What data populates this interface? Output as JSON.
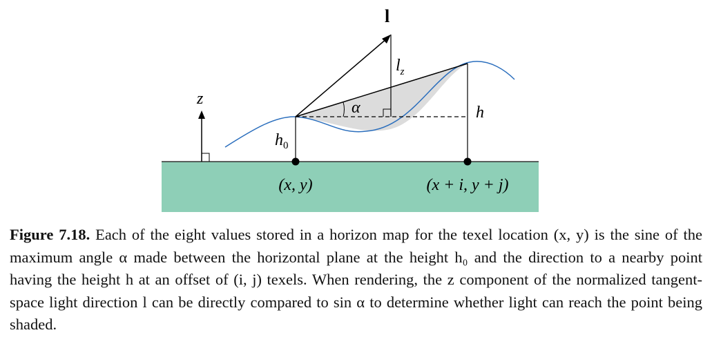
{
  "figure": {
    "labels": {
      "l": "l",
      "lz_base": "l",
      "lz_sub": "z",
      "alpha": "α",
      "h": "h",
      "h0_base": "h",
      "h0_sub": "0",
      "z": "z",
      "point1": "(x, y)",
      "point2": "(x + i, y + j)"
    },
    "colors": {
      "ground": "#8ecfb7",
      "curve": "#2a6ebd",
      "shade": "#dcdcdc"
    }
  },
  "caption": {
    "label": "Figure 7.18.",
    "text": "Each of the eight values stored in a horizon map for the texel location (x, y) is the sine of the maximum angle α made between the horizontal plane at the height h₀ and the direction to a nearby point having the height h at an offset of (i, j) texels. When rendering, the z component of the normalized tangent-space light direction l can be directly compared to sin α to determine whether light can reach the point being shaded."
  }
}
